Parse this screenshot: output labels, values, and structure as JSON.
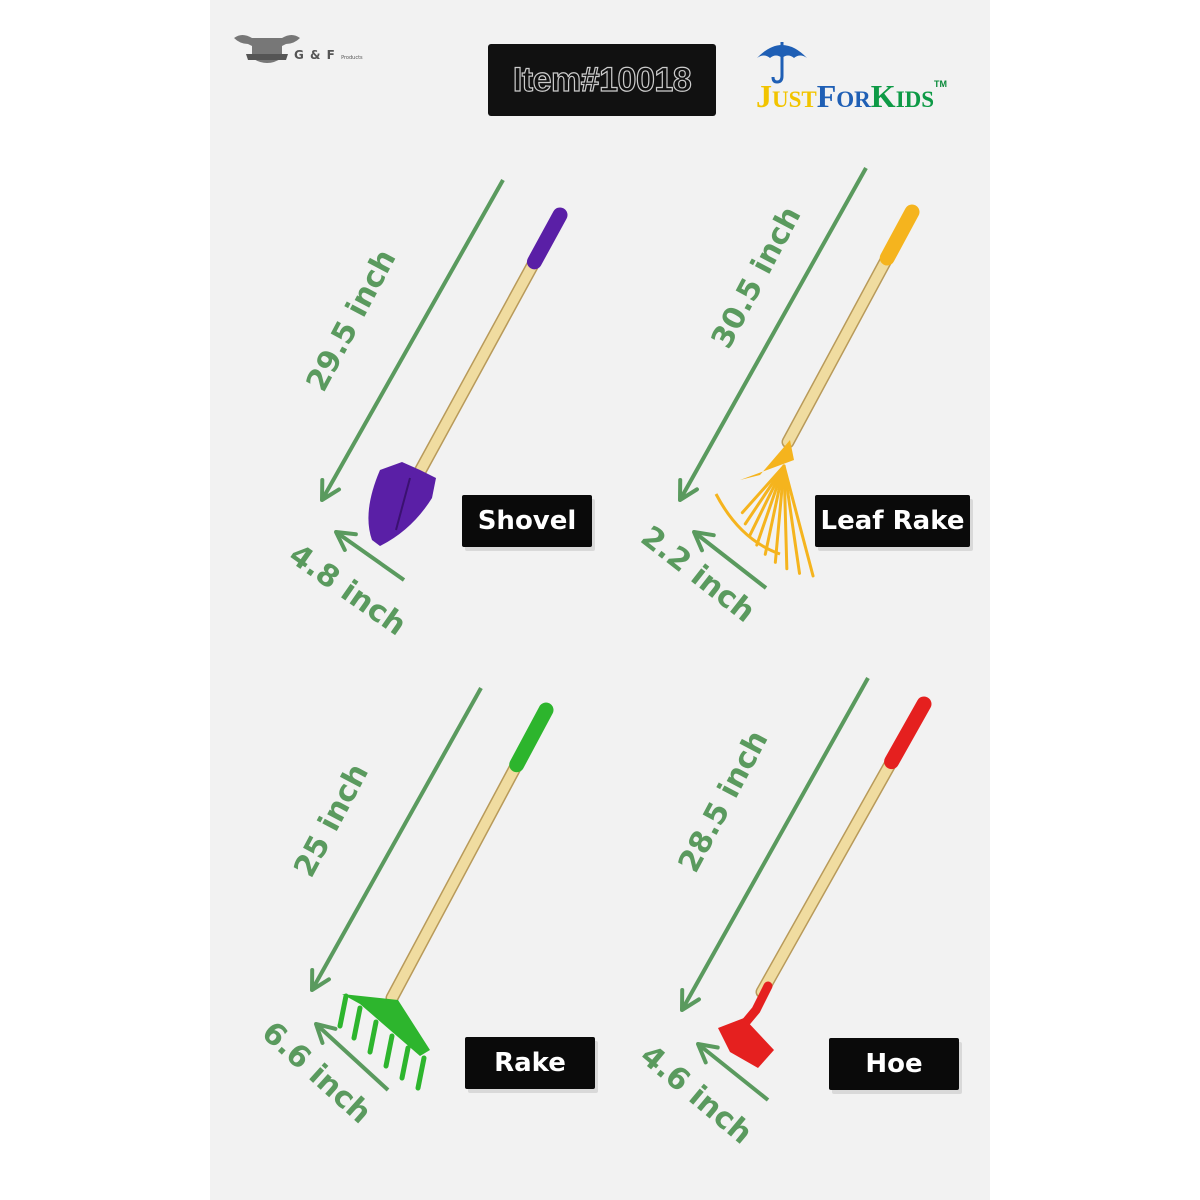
{
  "header": {
    "brand_left": "G & F",
    "brand_left_small": "Products",
    "item_number": "Item#10018",
    "brand_right_parts": [
      {
        "t": "J",
        "c": "#f2c400",
        "size": "big"
      },
      {
        "t": "UST",
        "c": "#f2c400",
        "size": "small"
      },
      {
        "t": "F",
        "c": "#1f5fb5",
        "size": "big"
      },
      {
        "t": "OR",
        "c": "#1f5fb5",
        "size": "small"
      },
      {
        "t": "K",
        "c": "#0e9a46",
        "size": "big"
      },
      {
        "t": "IDS",
        "c": "#0e9a46",
        "size": "small"
      }
    ],
    "brand_right_tm": "TM"
  },
  "colors": {
    "arrow": "#5a9a5e",
    "handle": "#f0dca0",
    "shovel": "#5a1fa6",
    "leaf_rake": "#f5b41e",
    "rake": "#2db52d",
    "hoe": "#e5201f"
  },
  "tools": [
    {
      "key": "shovel",
      "name": "Shovel",
      "length": "29.5 inch",
      "width": "4.8 inch",
      "color": "#5a1fa6",
      "icon": "shovel-icon"
    },
    {
      "key": "leaf-rake",
      "name": "Leaf Rake",
      "length": "30.5 inch",
      "width": "2.2 inch",
      "color": "#f5b41e",
      "icon": "leaf-rake-icon"
    },
    {
      "key": "rake",
      "name": "Rake",
      "length": "25 inch",
      "width": "6.6 inch",
      "color": "#2db52d",
      "icon": "rake-icon"
    },
    {
      "key": "hoe",
      "name": "Hoe",
      "length": "28.5 inch",
      "width": "4.6 inch",
      "color": "#e5201f",
      "icon": "hoe-icon"
    }
  ]
}
